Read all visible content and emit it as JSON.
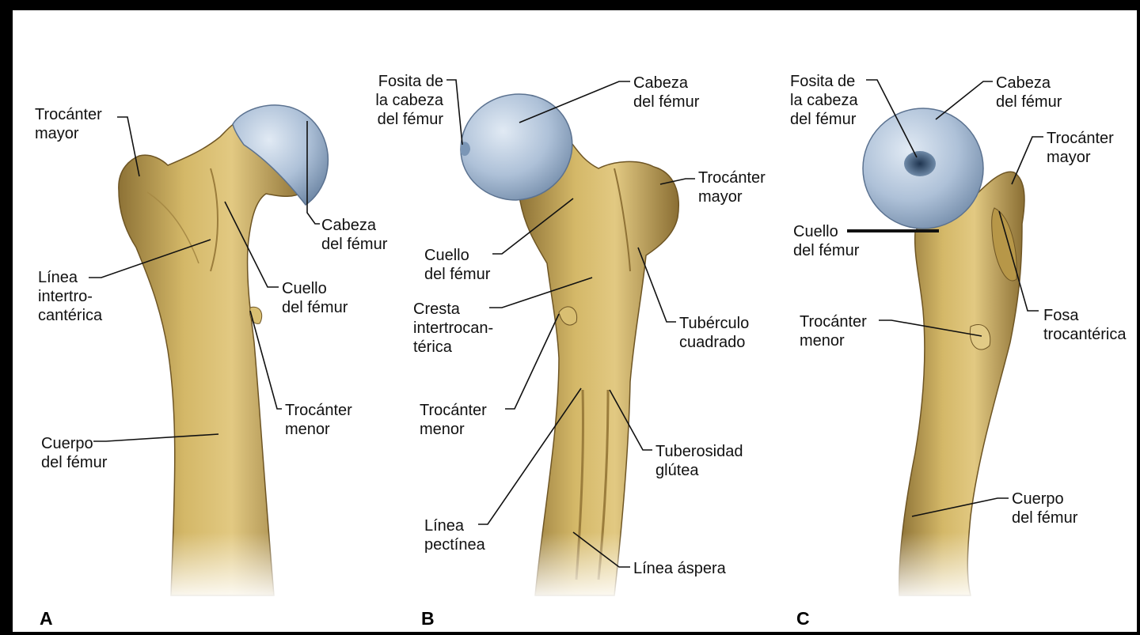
{
  "colors": {
    "bone": "#c9aa5c",
    "bone_shadow": "#8d7236",
    "bone_highlight": "#e7d49a",
    "femoral_head": "#a9bdd6",
    "femoral_head_highlight": "#dde7f2",
    "fovea": "#3a5472",
    "frame": "#000000",
    "background": "#ffffff"
  },
  "panels": {
    "a": {
      "letter": "A",
      "labels": {
        "greater_trochanter": "Trocánter\nmayor",
        "femoral_head": "Cabeza\ndel fémur",
        "intertrochanteric_line": "Línea\nintertro-\ncantérica",
        "femoral_neck": "Cuello\ndel fémur",
        "lesser_trochanter": "Trocánter\nmenor",
        "shaft": "Cuerpo\ndel fémur"
      }
    },
    "b": {
      "letter": "B",
      "labels": {
        "fovea": "Fosita de\nla cabeza\ndel fémur",
        "femoral_head": "Cabeza\ndel fémur",
        "greater_trochanter": "Trocánter\nmayor",
        "femoral_neck": "Cuello\ndel fémur",
        "intertrochanteric_crest": "Cresta\nintertrocan-\ntérica",
        "quadrate_tubercle": "Tubérculo\ncuadrado",
        "lesser_trochanter": "Trocánter\nmenor",
        "gluteal_tuberosity": "Tuberosidad\nglútea",
        "pectineal_line": "Línea\npectínea",
        "linea_aspera": "Línea áspera"
      }
    },
    "c": {
      "letter": "C",
      "labels": {
        "fovea": "Fosita de\nla cabeza\ndel fémur",
        "femoral_head": "Cabeza\ndel fémur",
        "greater_trochanter": "Trocánter\nmayor",
        "femoral_neck": "Cuello\ndel fémur",
        "trochanteric_fossa": "Fosa\ntrocantérica",
        "lesser_trochanter": "Trocánter\nmenor",
        "shaft": "Cuerpo\ndel fémur"
      }
    }
  }
}
